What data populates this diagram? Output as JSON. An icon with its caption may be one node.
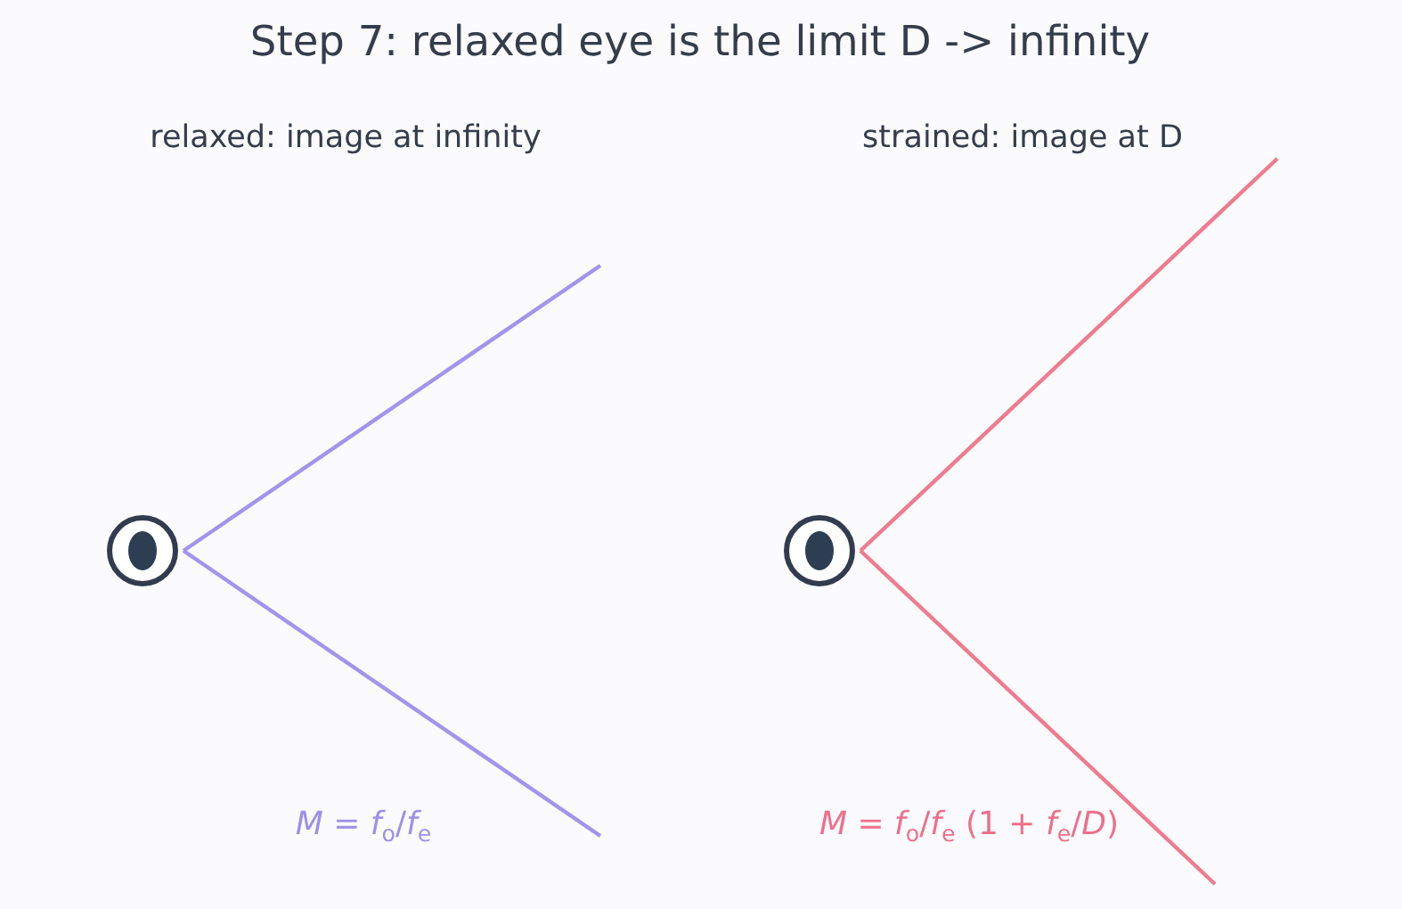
{
  "diagram": {
    "title": "Step 7: relaxed eye is the limit D -> infinity",
    "labels": [
      "relaxed: image at infinity",
      "strained: image at D",
      "*M* = *f*$_{o}$/*f*$_{e}$",
      "*M* = *f*$_{o}$/*f*$_{e}$ (1 + *f*$_{e}$/*D*)"
    ]
  }
}
